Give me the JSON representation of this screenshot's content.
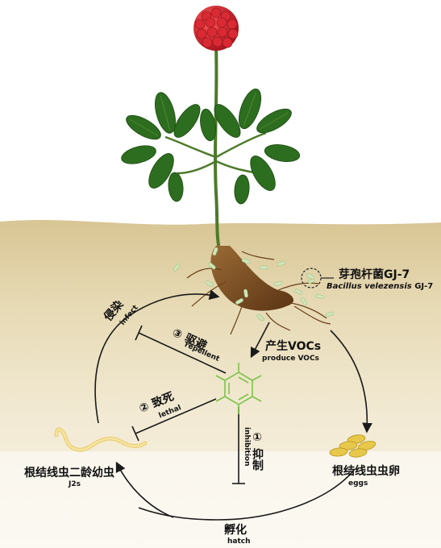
{
  "labels": {
    "bacteria_zh": "芽孢杆菌GJ-7",
    "bacteria_en_italic": "Bacillus velezensis",
    "bacteria_en_strain": "GJ-7",
    "produce_zh": "产生VOCs",
    "produce_en": "produce VOCs",
    "repel_num": "③",
    "repel_zh": "驱避",
    "repel_en": "repellent",
    "lethal_num": "②",
    "lethal_zh": "致死",
    "lethal_en": "lethal",
    "inhib_num": "①",
    "inhib_zh": "抑制",
    "inhib_en": "inhibition",
    "infect_zh": "侵染",
    "infect_en": "infect",
    "eggs_zh": "根结线虫虫卵",
    "eggs_en": "eggs",
    "j2_zh": "根结线虫二龄幼虫",
    "j2_en": "J2s",
    "hatch_zh": "孵化",
    "hatch_en": "hatch"
  },
  "colors": {
    "soil_top": "#f3e9cf",
    "soil_bottom": "#b9a266",
    "berry": "#c81f2a",
    "leaf": "#2d6d1f",
    "stem": "#4d7a2a",
    "root": "#7a4a1c",
    "bacteria": "#cfe6bb",
    "molecule": "#7ec44a",
    "egg": "#e8c84a",
    "arrow": "#1a1a1a"
  },
  "icons": [
    "ginseng-plant",
    "bacteria-icon",
    "voc-molecule-icon",
    "nematode-eggs-icon",
    "nematode-larva-icon"
  ]
}
